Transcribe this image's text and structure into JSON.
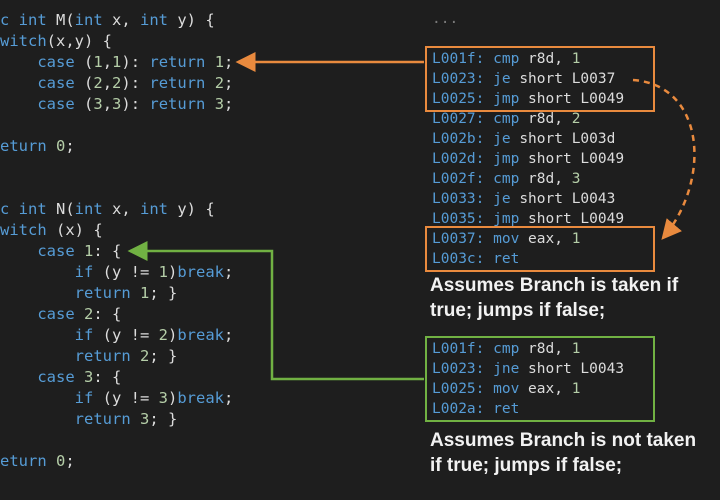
{
  "code_m": [
    [
      [
        "c ",
        "k"
      ],
      [
        "int ",
        "k"
      ],
      [
        "M(",
        "p"
      ],
      [
        "int ",
        "k"
      ],
      [
        "x, ",
        "p"
      ],
      [
        "int ",
        "k"
      ],
      [
        "y) {",
        "p"
      ]
    ],
    [
      [
        "witch",
        "k"
      ],
      [
        "(x,y) {",
        "p"
      ]
    ],
    [
      [
        "    ",
        "p"
      ],
      [
        "case ",
        "k"
      ],
      [
        "(",
        "p"
      ],
      [
        "1",
        "n"
      ],
      [
        ",",
        "p"
      ],
      [
        "1",
        "n"
      ],
      [
        "): ",
        "p"
      ],
      [
        "return ",
        "k"
      ],
      [
        "1",
        "n"
      ],
      [
        ";",
        "p"
      ]
    ],
    [
      [
        "    ",
        "p"
      ],
      [
        "case ",
        "k"
      ],
      [
        "(",
        "p"
      ],
      [
        "2",
        "n"
      ],
      [
        ",",
        "p"
      ],
      [
        "2",
        "n"
      ],
      [
        "): ",
        "p"
      ],
      [
        "return ",
        "k"
      ],
      [
        "2",
        "n"
      ],
      [
        ";",
        "p"
      ]
    ],
    [
      [
        "    ",
        "p"
      ],
      [
        "case ",
        "k"
      ],
      [
        "(",
        "p"
      ],
      [
        "3",
        "n"
      ],
      [
        ",",
        "p"
      ],
      [
        "3",
        "n"
      ],
      [
        "): ",
        "p"
      ],
      [
        "return ",
        "k"
      ],
      [
        "3",
        "n"
      ],
      [
        ";",
        "p"
      ]
    ],
    [],
    [
      [
        "eturn ",
        "k"
      ],
      [
        "0",
        "n"
      ],
      [
        ";",
        "p"
      ]
    ]
  ],
  "code_n": [
    [
      [
        "c ",
        "k"
      ],
      [
        "int ",
        "k"
      ],
      [
        "N(",
        "p"
      ],
      [
        "int ",
        "k"
      ],
      [
        "x, ",
        "p"
      ],
      [
        "int ",
        "k"
      ],
      [
        "y) {",
        "p"
      ]
    ],
    [
      [
        "witch ",
        "k"
      ],
      [
        "(x) {",
        "p"
      ]
    ],
    [
      [
        "    ",
        "p"
      ],
      [
        "case ",
        "k"
      ],
      [
        "1",
        "n"
      ],
      [
        ": {",
        "p"
      ]
    ],
    [
      [
        "        ",
        "p"
      ],
      [
        "if ",
        "k"
      ],
      [
        "(y != ",
        "p"
      ],
      [
        "1",
        "n"
      ],
      [
        ")",
        "p"
      ],
      [
        "break",
        "k"
      ],
      [
        ";",
        "p"
      ]
    ],
    [
      [
        "        ",
        "p"
      ],
      [
        "return ",
        "k"
      ],
      [
        "1",
        "n"
      ],
      [
        "; }",
        "p"
      ]
    ],
    [
      [
        "    ",
        "p"
      ],
      [
        "case ",
        "k"
      ],
      [
        "2",
        "n"
      ],
      [
        ": {",
        "p"
      ]
    ],
    [
      [
        "        ",
        "p"
      ],
      [
        "if ",
        "k"
      ],
      [
        "(y != ",
        "p"
      ],
      [
        "2",
        "n"
      ],
      [
        ")",
        "p"
      ],
      [
        "break",
        "k"
      ],
      [
        ";",
        "p"
      ]
    ],
    [
      [
        "        ",
        "p"
      ],
      [
        "return ",
        "k"
      ],
      [
        "2",
        "n"
      ],
      [
        "; }",
        "p"
      ]
    ],
    [
      [
        "    ",
        "p"
      ],
      [
        "case ",
        "k"
      ],
      [
        "3",
        "n"
      ],
      [
        ": {",
        "p"
      ]
    ],
    [
      [
        "        ",
        "p"
      ],
      [
        "if ",
        "k"
      ],
      [
        "(y != ",
        "p"
      ],
      [
        "3",
        "n"
      ],
      [
        ")",
        "p"
      ],
      [
        "break",
        "k"
      ],
      [
        ";",
        "p"
      ]
    ],
    [
      [
        "        ",
        "p"
      ],
      [
        "return ",
        "k"
      ],
      [
        "3",
        "n"
      ],
      [
        "; }",
        "p"
      ]
    ],
    [],
    [
      [
        "eturn ",
        "k"
      ],
      [
        "0",
        "n"
      ],
      [
        ";",
        "p"
      ]
    ]
  ],
  "asm_ellipsis": "...",
  "asm_m": [
    [
      "L001f:",
      " cmp ",
      "r8d",
      ", ",
      "1"
    ],
    [
      "L0023:",
      " je ",
      "short L0037",
      "",
      ""
    ],
    [
      "L0025:",
      " jmp ",
      "short L0049",
      "",
      ""
    ],
    [
      "L0027:",
      " cmp ",
      "r8d",
      ", ",
      "2"
    ],
    [
      "L002b:",
      " je ",
      "short L003d",
      "",
      ""
    ],
    [
      "L002d:",
      " jmp ",
      "short L0049",
      "",
      ""
    ],
    [
      "L002f:",
      " cmp ",
      "r8d",
      ", ",
      "3"
    ],
    [
      "L0033:",
      " je ",
      "short L0043",
      "",
      ""
    ],
    [
      "L0035:",
      " jmp ",
      "short L0049",
      "",
      ""
    ],
    [
      "L0037:",
      " mov ",
      "eax",
      ", ",
      "1"
    ],
    [
      "L003c:",
      " ret",
      "",
      "",
      ""
    ]
  ],
  "asm_n": [
    [
      "L001f:",
      " cmp ",
      "r8d",
      ", ",
      "1"
    ],
    [
      "L0023:",
      " jne ",
      "short L0043",
      "",
      ""
    ],
    [
      "L0025:",
      " mov ",
      "eax",
      ", ",
      "1"
    ],
    [
      "L002a:",
      " ret",
      "",
      "",
      ""
    ]
  ],
  "note_m": "Assumes Branch is taken if\ntrue; jumps if false;",
  "note_n": "Assumes Branch is not taken\nif true; jumps if false;",
  "colors": {
    "orange": "#e98a3e",
    "green": "#71b143",
    "keyword": "#569cd6",
    "number": "#b5cea8"
  }
}
